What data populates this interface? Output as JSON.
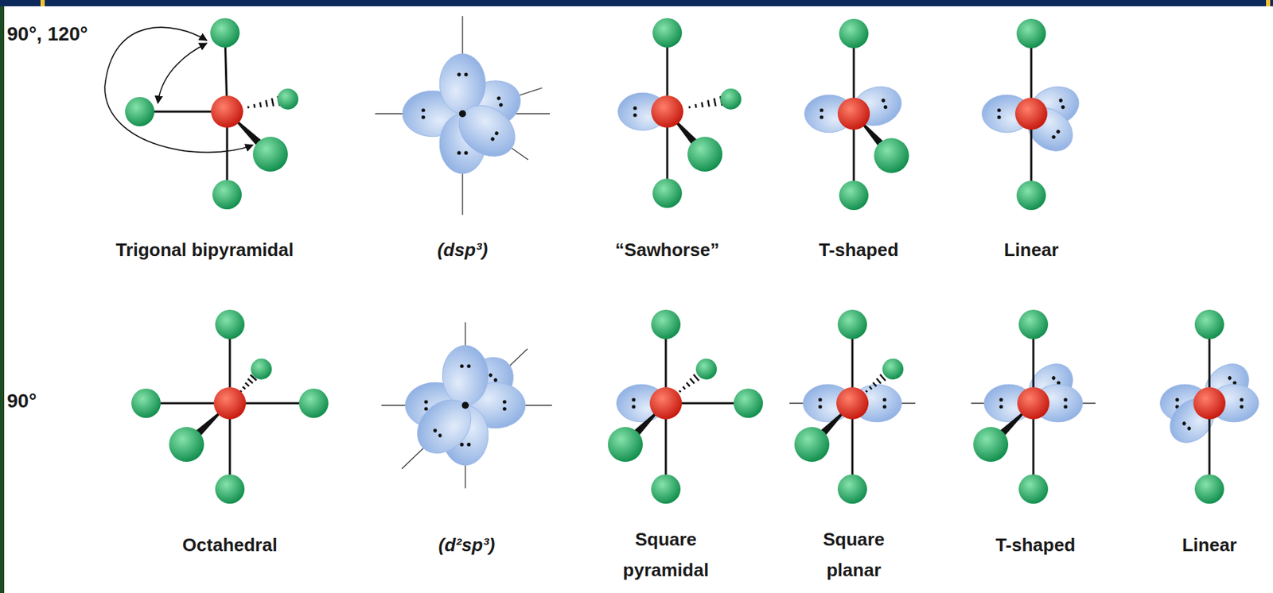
{
  "diagram": {
    "labels": [
      "90°, 120°",
      "Trigonal bipyramidal",
      "(dsp³)",
      "“Sawhorse”",
      "T-shaped",
      "Linear",
      "90°",
      "Octahedral",
      "(d²sp³)",
      "Square pyramidal",
      "Square planar",
      "T-shaped",
      "Linear"
    ]
  }
}
